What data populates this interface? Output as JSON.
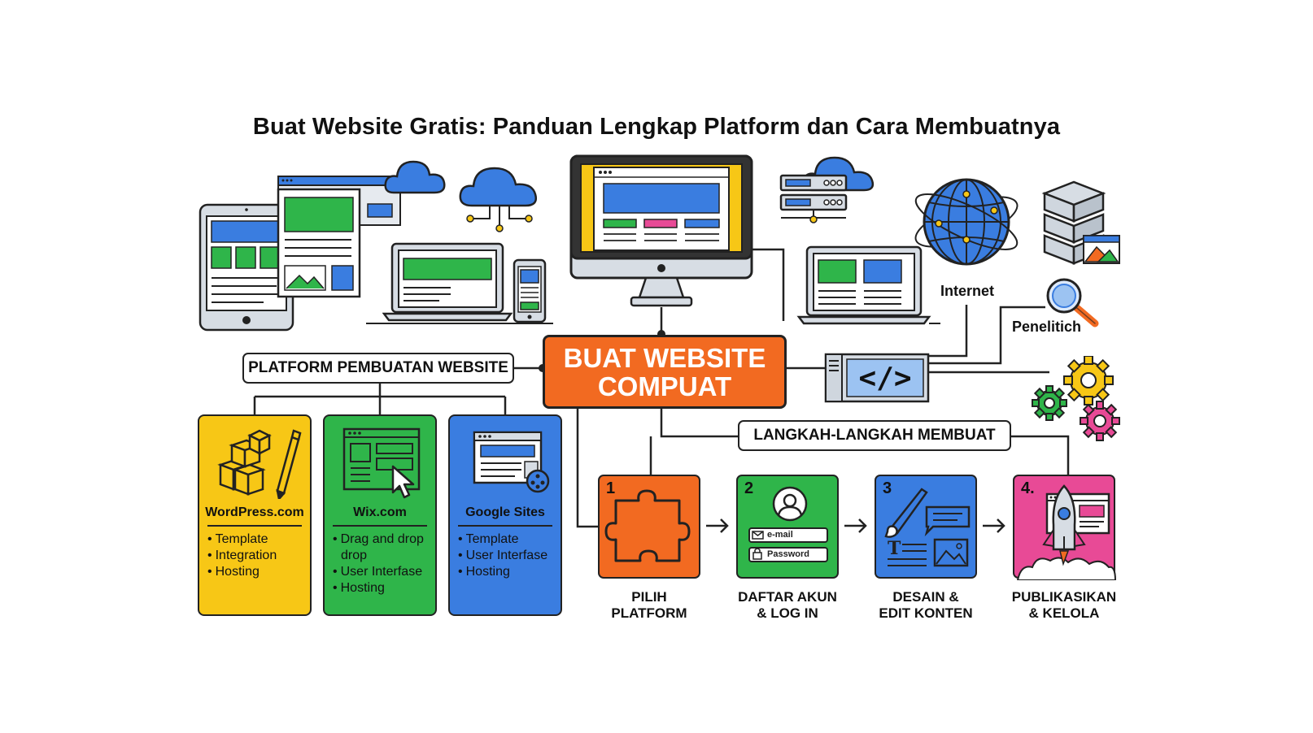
{
  "title": "Buat Website Gratis: Panduan Lengkap Platform dan Cara Membuatnya",
  "hub": {
    "line1": "BUAT WEBSITE",
    "line2": "COMPUAT"
  },
  "platform_header": "PLATFORM PEMBUATAN WEBSITE",
  "steps_header": "LANGKAH-LANGKAH MEMBUAT",
  "platforms": [
    {
      "name": "WordPress.com",
      "color": "#f7c716",
      "features": [
        "Template",
        "Integration",
        "Hosting"
      ]
    },
    {
      "name": "Wix.com",
      "color": "#2fb54a",
      "features": [
        "Drag and drop drop",
        "User Interfase",
        "Hosting"
      ]
    },
    {
      "name": "Google Sites",
      "color": "#3a7de0",
      "features": [
        "Template",
        "User Interfase",
        "Hosting"
      ]
    }
  ],
  "steps": [
    {
      "num": "1",
      "label": "PILIH\nPLATFORM",
      "color": "#f26a21"
    },
    {
      "num": "2",
      "label": "DAFTAR AKUN\n& LOG IN",
      "color": "#2fb54a",
      "email": "e-mail",
      "password": "Password"
    },
    {
      "num": "3",
      "label": "DESAIN &\nEDIT KONTEN",
      "color": "#3a7de0"
    },
    {
      "num": "4.",
      "label": "PUBLIKASIKAN\n& KELOLA",
      "color": "#e84a96"
    }
  ],
  "labels": {
    "internet": "Internet",
    "peneliti": "Penelitich",
    "code": "</>"
  },
  "colors": {
    "outline": "#222222",
    "blue": "#3a7de0",
    "green": "#2fb54a",
    "yellow": "#f7c716",
    "orange": "#f26a21",
    "pink": "#e84a96",
    "grey": "#cfd6de"
  }
}
